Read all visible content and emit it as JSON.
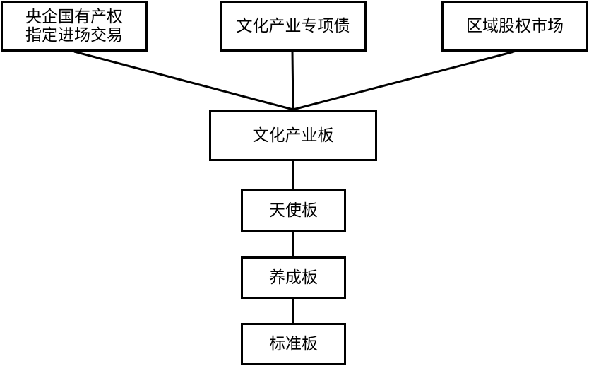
{
  "nodes": {
    "yangqi": {
      "line1": "央企国有产权",
      "line2": "指定进场交易"
    },
    "zhuanxiang": "文化产业专项债",
    "quyu": "区域股权市场",
    "wenhua": "文化产业板",
    "tianshi": "天使板",
    "yangcheng": "养成板",
    "biaozhun": "标准板"
  }
}
